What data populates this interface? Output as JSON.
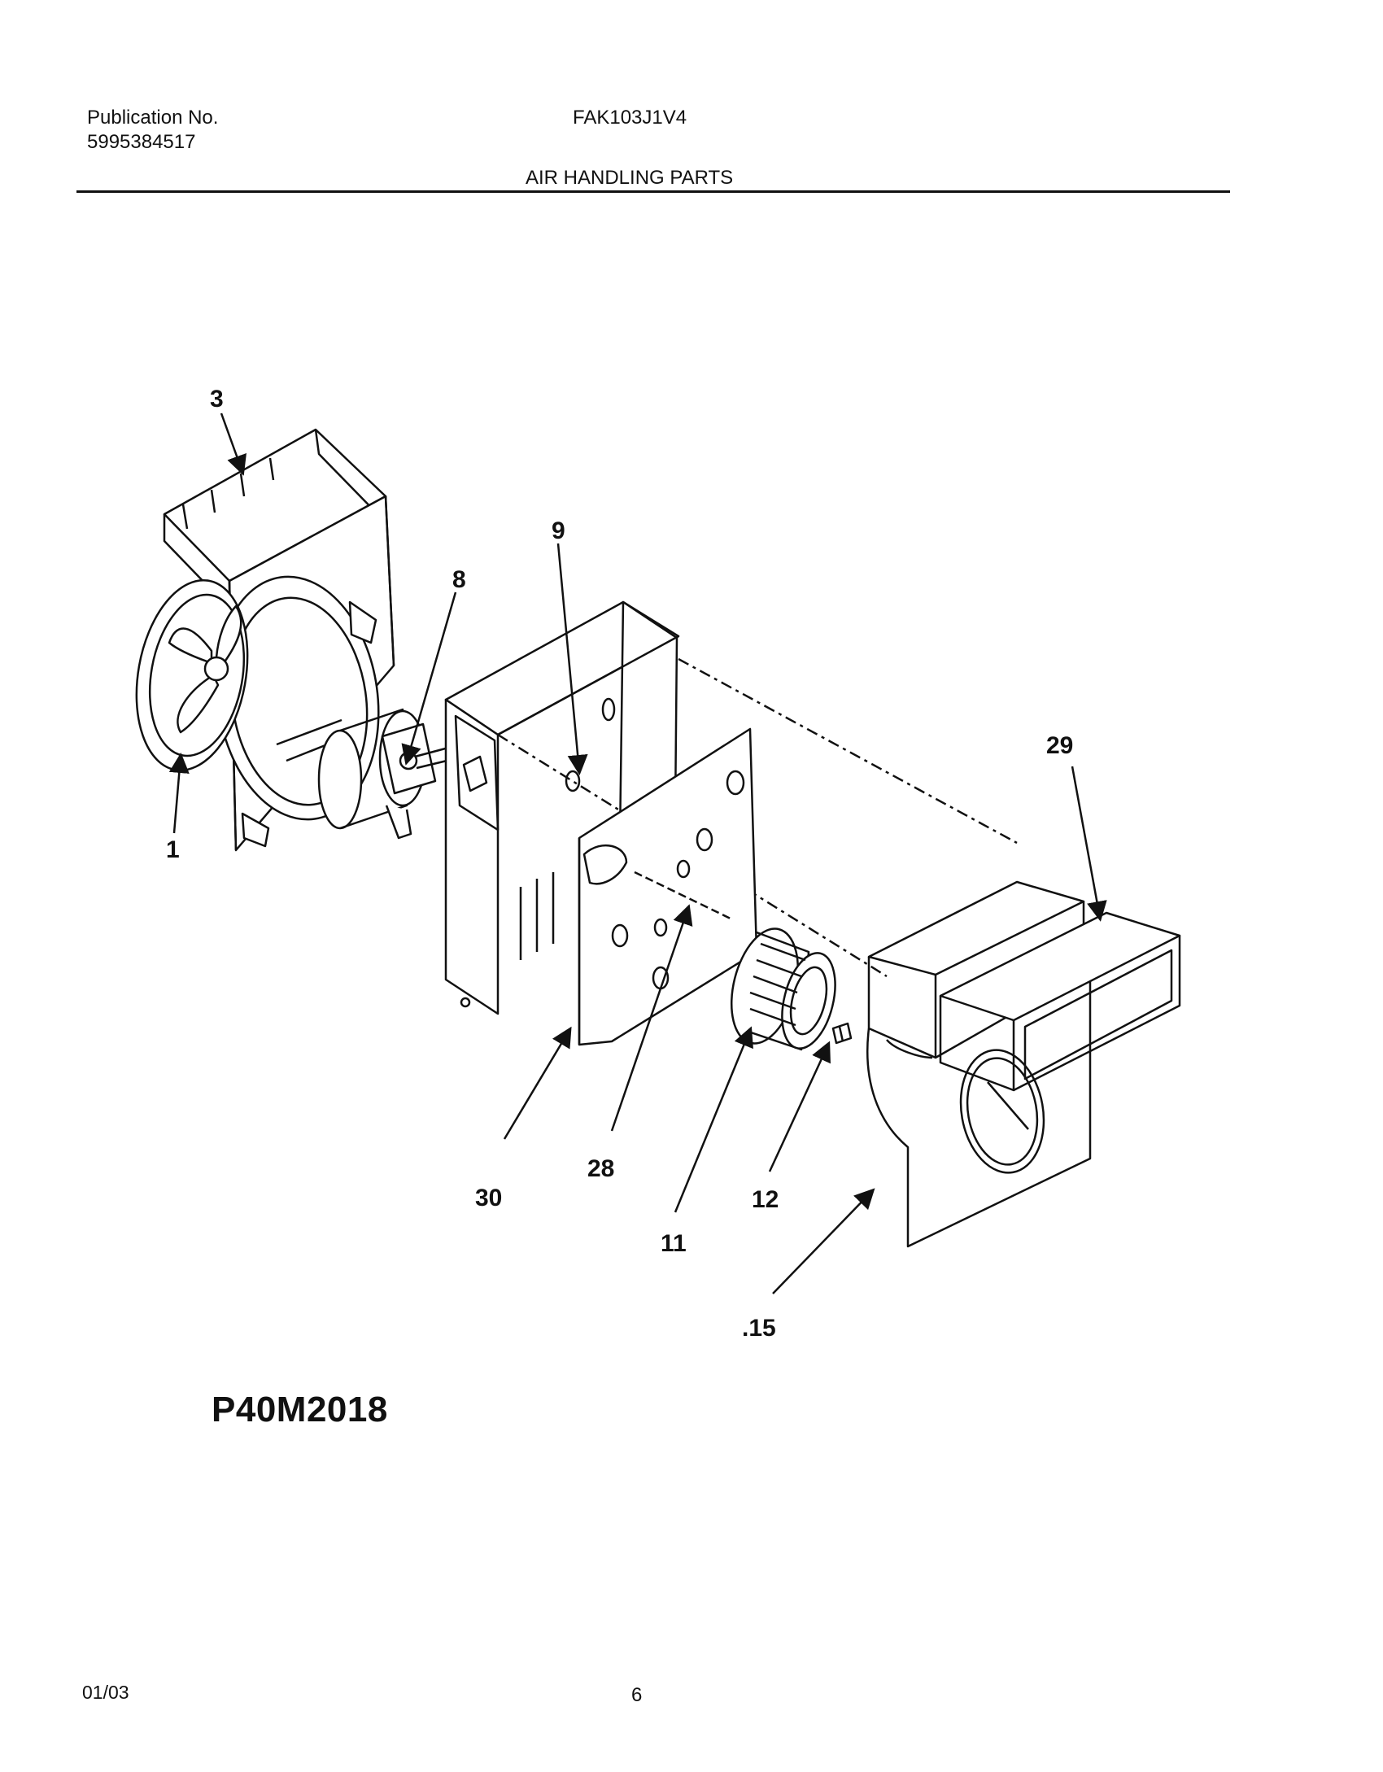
{
  "header": {
    "publication_label": "Publication No.",
    "publication_number": "5995384517",
    "model": "FAK103J1V4",
    "section_title": "AIR HANDLING PARTS"
  },
  "callouts": [
    {
      "id": "c1",
      "label": "1"
    },
    {
      "id": "c3",
      "label": "3"
    },
    {
      "id": "c8",
      "label": "8"
    },
    {
      "id": "c9",
      "label": "9"
    },
    {
      "id": "c29",
      "label": "29"
    },
    {
      "id": "c30",
      "label": "30"
    },
    {
      "id": "c28",
      "label": "28"
    },
    {
      "id": "c11",
      "label": "11"
    },
    {
      "id": "c12",
      "label": "12"
    },
    {
      "id": "c15",
      "label": ".15"
    }
  ],
  "drawing_code": "P40M2018",
  "footer": {
    "date": "01/03",
    "page": "6"
  }
}
